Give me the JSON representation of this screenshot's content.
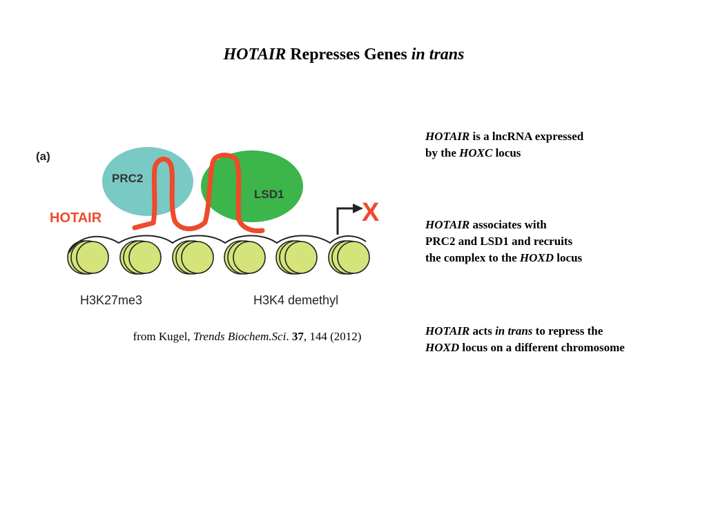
{
  "title": {
    "italic": "HOTAIR",
    "middle": " Represses Genes ",
    "italic_end": "in trans"
  },
  "diagram": {
    "panel_label": "(a)",
    "prc2_label": "PRC2",
    "lsd1_label": "LSD1",
    "hotair_label": "HOTAIR",
    "repressed_mark": "X",
    "mark_left": "H3K27me3",
    "mark_right": "H3K4 demethyl",
    "colors": {
      "prc2": "#79c9c4",
      "lsd1": "#3cb54a",
      "hotair": "#ee4a2b",
      "nucleosome": "#d4e37a"
    }
  },
  "citation": {
    "prefix": "from Kugel, ",
    "journal": "Trends Biochem.Sci",
    "sep": ". ",
    "volume": "37",
    "rest": ", 144 (2012)"
  },
  "bullets": [
    {
      "i1": "HOTAIR",
      "t1": " is a lncRNA expressed",
      "t2": "by the ",
      "i2": "HOXC",
      "t3": " locus"
    },
    {
      "i1": "HOTAIR",
      "t1": " associates with",
      "t2": "PRC2 and LSD1 and recruits",
      "t3": "the complex to the ",
      "i2": "HOXD",
      "t4": " locus"
    },
    {
      "i1": "HOTAIR",
      "t1": " acts ",
      "i2": "in trans",
      "t2": " to repress the",
      "i3": "HOXD",
      "t3": " locus on a different chromosome"
    }
  ]
}
